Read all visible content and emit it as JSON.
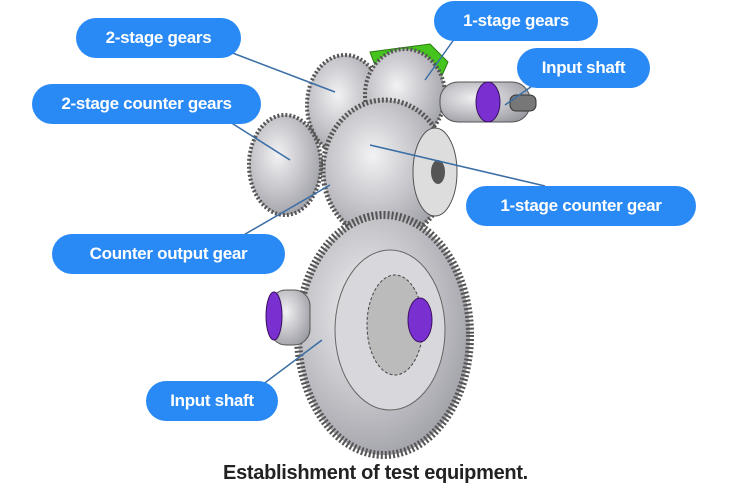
{
  "labels": {
    "two_stage_gears": "2-stage gears",
    "one_stage_gears": "1-stage gears",
    "input_shaft_top": "Input shaft",
    "two_stage_counter_gears": "2-stage counter gears",
    "one_stage_counter_gear": "1-stage counter gear",
    "counter_output_gear": "Counter output gear",
    "input_shaft_bottom": "Input shaft"
  },
  "caption": "Establishment of test equipment.",
  "colors": {
    "label_bg": "#2a8af5",
    "leader_line": "#3a6ea5",
    "accent_purple": "#7a2fd0",
    "accent_green": "#46c41e"
  }
}
